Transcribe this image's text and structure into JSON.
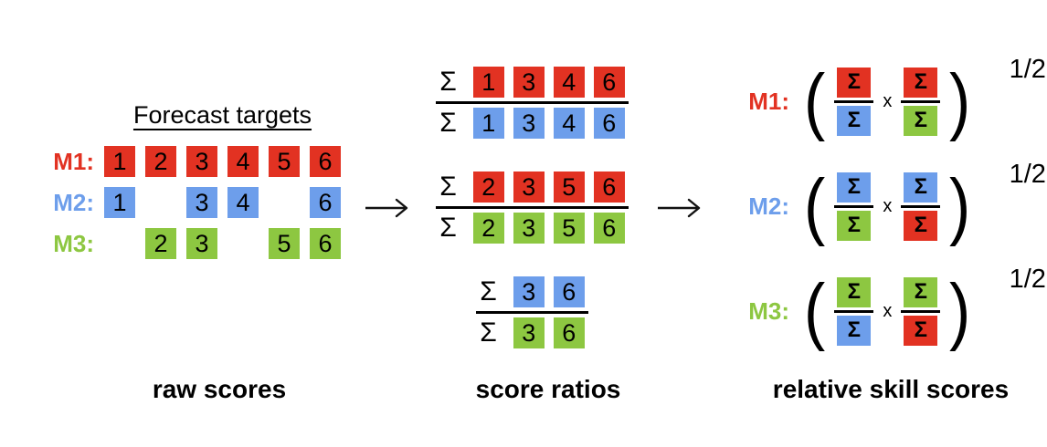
{
  "colors": {
    "red": "#E23222",
    "blue": "#6D9EEB",
    "green": "#8DC741",
    "ink": "#111111"
  },
  "symbols": {
    "sigma": "Σ",
    "times": "x",
    "exponent": "1/2",
    "paren_open": "(",
    "paren_close": ")"
  },
  "left": {
    "title": "Forecast targets",
    "caption": "raw scores",
    "rows": [
      {
        "label": "M1:",
        "color": "red",
        "cells": [
          "1",
          "2",
          "3",
          "4",
          "5",
          "6"
        ]
      },
      {
        "label": "M2:",
        "color": "blue",
        "cells": [
          "1",
          "",
          "3",
          "4",
          "",
          "6"
        ]
      },
      {
        "label": "M3:",
        "color": "green",
        "cells": [
          "",
          "2",
          "3",
          "",
          "5",
          "6"
        ]
      }
    ]
  },
  "middle": {
    "caption": "score ratios",
    "ratios": [
      {
        "num": {
          "color": "red",
          "values": [
            "1",
            "3",
            "4",
            "6"
          ]
        },
        "den": {
          "color": "blue",
          "values": [
            "1",
            "3",
            "4",
            "6"
          ]
        }
      },
      {
        "num": {
          "color": "red",
          "values": [
            "2",
            "3",
            "5",
            "6"
          ]
        },
        "den": {
          "color": "green",
          "values": [
            "2",
            "3",
            "5",
            "6"
          ]
        }
      },
      {
        "num": {
          "color": "blue",
          "values": [
            "3",
            "6"
          ]
        },
        "den": {
          "color": "green",
          "values": [
            "3",
            "6"
          ]
        }
      }
    ]
  },
  "right": {
    "caption": "relative skill scores",
    "formulas": [
      {
        "label": "M1:",
        "color": "red",
        "f1": {
          "num": "red",
          "den": "blue"
        },
        "f2": {
          "num": "red",
          "den": "green"
        }
      },
      {
        "label": "M2:",
        "color": "blue",
        "f1": {
          "num": "blue",
          "den": "green"
        },
        "f2": {
          "num": "blue",
          "den": "red"
        }
      },
      {
        "label": "M3:",
        "color": "green",
        "f1": {
          "num": "green",
          "den": "blue"
        },
        "f2": {
          "num": "green",
          "den": "red"
        }
      }
    ]
  }
}
